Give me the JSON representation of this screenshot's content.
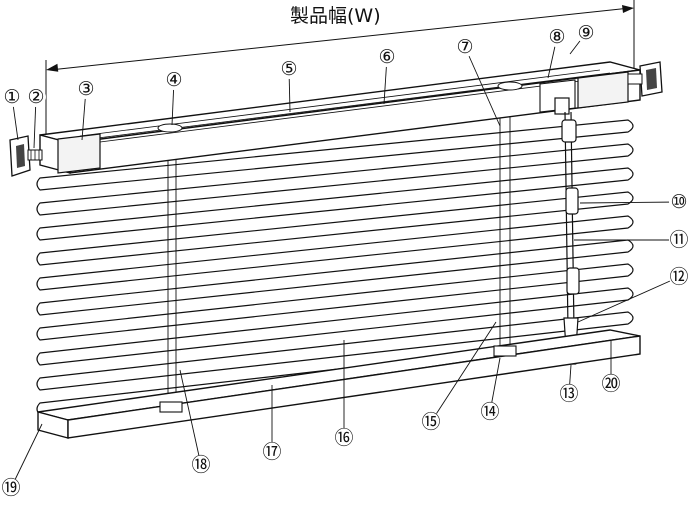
{
  "dimension": {
    "label": "製品幅(W)"
  },
  "callouts": [
    {
      "id": "c1",
      "label": "①"
    },
    {
      "id": "c2",
      "label": "②"
    },
    {
      "id": "c3",
      "label": "③"
    },
    {
      "id": "c4",
      "label": "④"
    },
    {
      "id": "c5",
      "label": "⑤"
    },
    {
      "id": "c6",
      "label": "⑥"
    },
    {
      "id": "c7",
      "label": "⑦"
    },
    {
      "id": "c8",
      "label": "⑧"
    },
    {
      "id": "c9",
      "label": "⑨"
    },
    {
      "id": "c10",
      "label": "⑩"
    },
    {
      "id": "c11",
      "label": "⑪"
    },
    {
      "id": "c12",
      "label": "⑫"
    },
    {
      "id": "c13",
      "label": "⑬"
    },
    {
      "id": "c14",
      "label": "⑭"
    },
    {
      "id": "c15",
      "label": "⑮"
    },
    {
      "id": "c16",
      "label": "⑯"
    },
    {
      "id": "c17",
      "label": "⑰"
    },
    {
      "id": "c18",
      "label": "⑱"
    },
    {
      "id": "c19",
      "label": "⑲"
    },
    {
      "id": "c20",
      "label": "⑳"
    }
  ]
}
